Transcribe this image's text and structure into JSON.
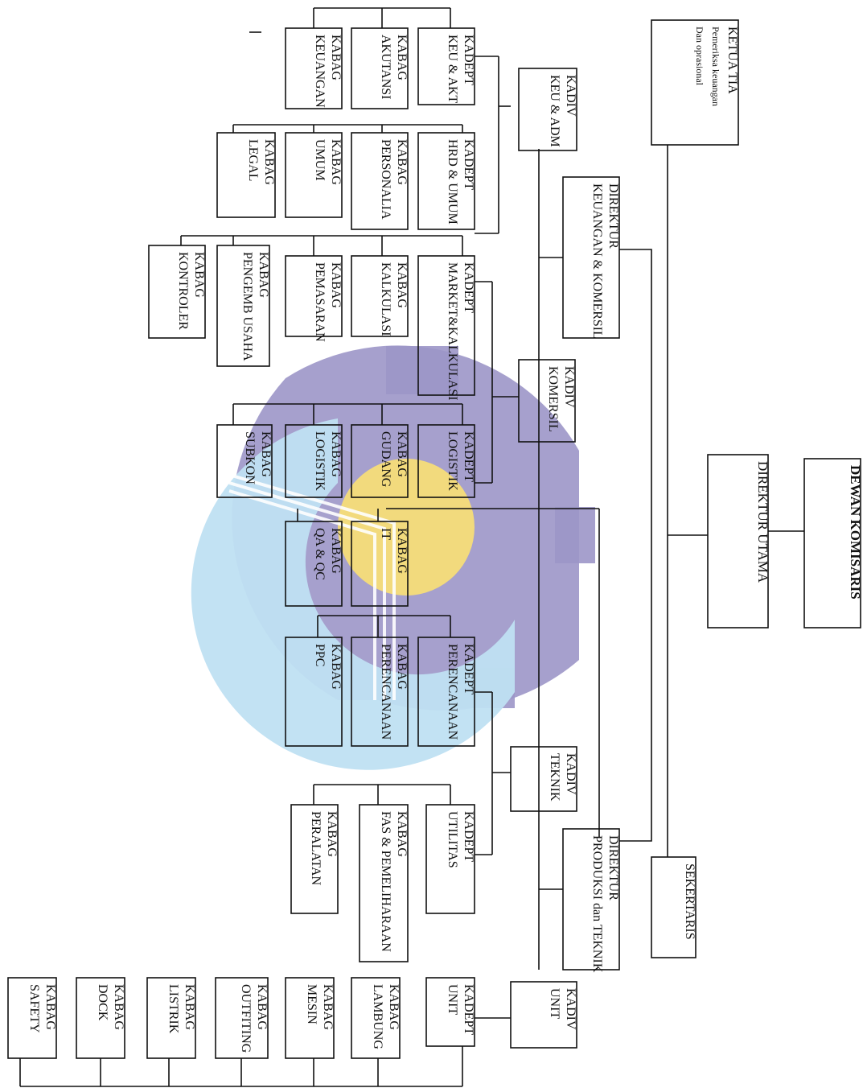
{
  "logo": {
    "colors": {
      "gear": "#9c96c8",
      "ring": "#bfe0f2",
      "sun": "#f5dd78",
      "stripes": "#ffffff"
    }
  },
  "nodes": {
    "dewan_komisaris": [
      "DEWAN KOMISARIS"
    ],
    "direktur_utama": [
      "DIREKTUR UTAMA"
    ],
    "ketua_tia": [
      "KETUA TIA",
      "Pemeriksa keuangan",
      "Dan oprasional"
    ],
    "sekertaris": [
      "SEKERTARIS"
    ],
    "direktur_keu_komersil": [
      "DIREKTUR",
      "KEUANGAN & KOMERSIL"
    ],
    "direktur_produksi_teknik": [
      "DIREKTUR",
      "PRODUKSI dan TEKNIK"
    ],
    "kadiv_keu_adm": [
      "KADIV",
      "KEU & ADM"
    ],
    "kadiv_komersil": [
      "KADIV",
      "KOMERSIL"
    ],
    "kadiv_teknik": [
      "KADIV",
      "TEKNIK"
    ],
    "kadiv_unit": [
      "KADIV",
      "UNIT"
    ],
    "kadept_keu_akt": [
      "KADEPT",
      "KEU & AKT"
    ],
    "kabag_akutansi": [
      "KABAG",
      "AKUTANSI"
    ],
    "kabag_keuangan": [
      "KABAG",
      "KEUANGAN"
    ],
    "kadept_hrd_umum": [
      "KADEPT",
      "HRD & UMUM"
    ],
    "kabag_personalia": [
      "KABAG",
      "PERSONALIA"
    ],
    "kabag_umum": [
      "KABAG",
      "UMUM"
    ],
    "kabag_legal": [
      "KABAG",
      "LEGAL"
    ],
    "kadept_market": [
      "KADEPT",
      "MARKET&KALKULASI"
    ],
    "kabag_kalkulasi": [
      "KABAG",
      "KALKULASI"
    ],
    "kabag_pemasaran": [
      "KABAG",
      "PEMASARAN"
    ],
    "kabag_pengemb": [
      "KABAG",
      "PENGEMB USAHA"
    ],
    "kabag_kontroler": [
      "KABAG",
      "KONTROLER"
    ],
    "kadept_logistik": [
      "KADEPT",
      "LOGISTIK"
    ],
    "kabag_gudang": [
      "KABAG",
      "GUDANG"
    ],
    "kabag_logistik": [
      "KABAG",
      "LOGISTIK"
    ],
    "kabag_subkon": [
      "KABAG",
      "SUBKON"
    ],
    "kabag_it": [
      "KABAG",
      "IT"
    ],
    "kabag_qa": [
      "KABAG",
      "QA & QC"
    ],
    "kadept_perencanaan": [
      "KADEPT",
      "PERENCANAAN"
    ],
    "kabag_perencanaan": [
      "KABAG",
      "PERENCANAAN"
    ],
    "kabag_ppc": [
      "KABAG",
      "PPC"
    ],
    "kadept_utilitas": [
      "KADEPT",
      "UTILITAS"
    ],
    "kabag_fas": [
      "KABAG",
      "FAS & PEMELIHARAAN"
    ],
    "kabag_peralatan": [
      "KABAG",
      "PERALATAN"
    ],
    "kadept_unit": [
      "KADEPT",
      "UNIT"
    ],
    "kabag_lambung": [
      "KABAG",
      "LAMBUNG"
    ],
    "kabag_mesin": [
      "KABAG",
      "MESIN"
    ],
    "kabag_outfiting": [
      "KABAG",
      "OUTFITING"
    ],
    "kabag_listrik": [
      "KABAG",
      "LISTRIK"
    ],
    "kabag_dock": [
      "KABAG",
      "DOCK"
    ],
    "kabag_safety": [
      "KABAG",
      "SAFETY"
    ]
  }
}
